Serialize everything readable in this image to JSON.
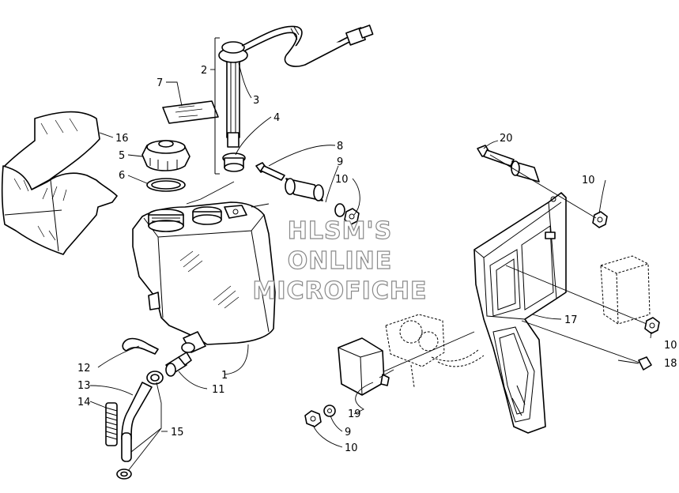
{
  "watermark": {
    "line1": "HLSM'S",
    "line2": "ONLINE",
    "line3": "MICROFICHE"
  },
  "callouts": [
    {
      "id": "c7",
      "label": "7"
    },
    {
      "id": "c2",
      "label": "2"
    },
    {
      "id": "c3",
      "label": "3"
    },
    {
      "id": "c4",
      "label": "4"
    },
    {
      "id": "c16",
      "label": "16"
    },
    {
      "id": "c5",
      "label": "5"
    },
    {
      "id": "c6",
      "label": "6"
    },
    {
      "id": "c8",
      "label": "8"
    },
    {
      "id": "c9a",
      "label": "9"
    },
    {
      "id": "c10a",
      "label": "10"
    },
    {
      "id": "c20",
      "label": "20"
    },
    {
      "id": "c10b",
      "label": "10"
    },
    {
      "id": "c17",
      "label": "17"
    },
    {
      "id": "c10c",
      "label": "10"
    },
    {
      "id": "c18",
      "label": "18"
    },
    {
      "id": "c1",
      "label": "1"
    },
    {
      "id": "c11",
      "label": "11"
    },
    {
      "id": "c12",
      "label": "12"
    },
    {
      "id": "c13",
      "label": "13"
    },
    {
      "id": "c14",
      "label": "14"
    },
    {
      "id": "c15",
      "label": "15"
    },
    {
      "id": "c19",
      "label": "19"
    },
    {
      "id": "c9b",
      "label": "9"
    },
    {
      "id": "c10d",
      "label": "10"
    }
  ]
}
